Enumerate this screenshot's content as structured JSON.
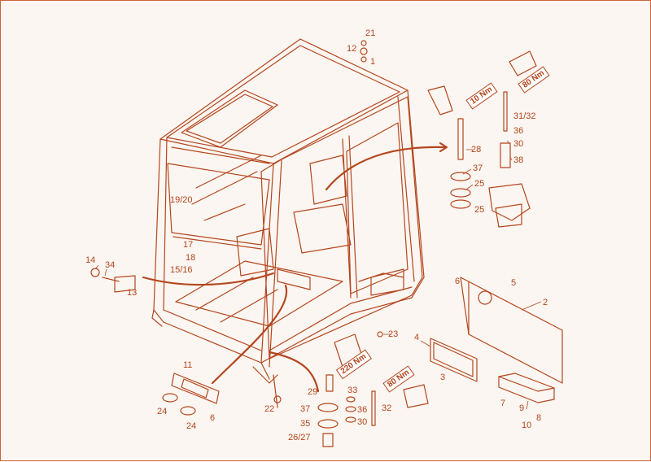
{
  "line_color": "#b4461e",
  "fill_color": "#ffffff",
  "background": "#fbf6f1",
  "callouts": {
    "c21": "21",
    "c12": "12",
    "c1": "1",
    "c28": "28",
    "c37a": "37",
    "c25a": "25",
    "c25b": "25",
    "c3132": "31/32",
    "c36a": "36",
    "c30a": "30",
    "c38": "38",
    "c1920": "19/20",
    "c17": "17",
    "c18": "18",
    "c1516": "15/16",
    "c14": "14",
    "c34": "34",
    "c13": "13",
    "c6a": "6",
    "c5": "5",
    "c2": "2",
    "c4": "4",
    "c3": "3",
    "c23": "23",
    "c7": "7",
    "c9": "9",
    "c8": "8",
    "c10": "10",
    "c11": "11",
    "c24a": "24",
    "c24b": "24",
    "c6b": "6",
    "c22": "22",
    "c29": "29",
    "c37b": "37",
    "c35": "35",
    "c2627": "26/27",
    "c33": "33",
    "c36b": "36",
    "c30b": "30",
    "c32": "32"
  },
  "torques": {
    "t10": "10 Nm",
    "t80a": "80 Nm",
    "t220": "220 Nm",
    "t80b": "80 Nm"
  }
}
